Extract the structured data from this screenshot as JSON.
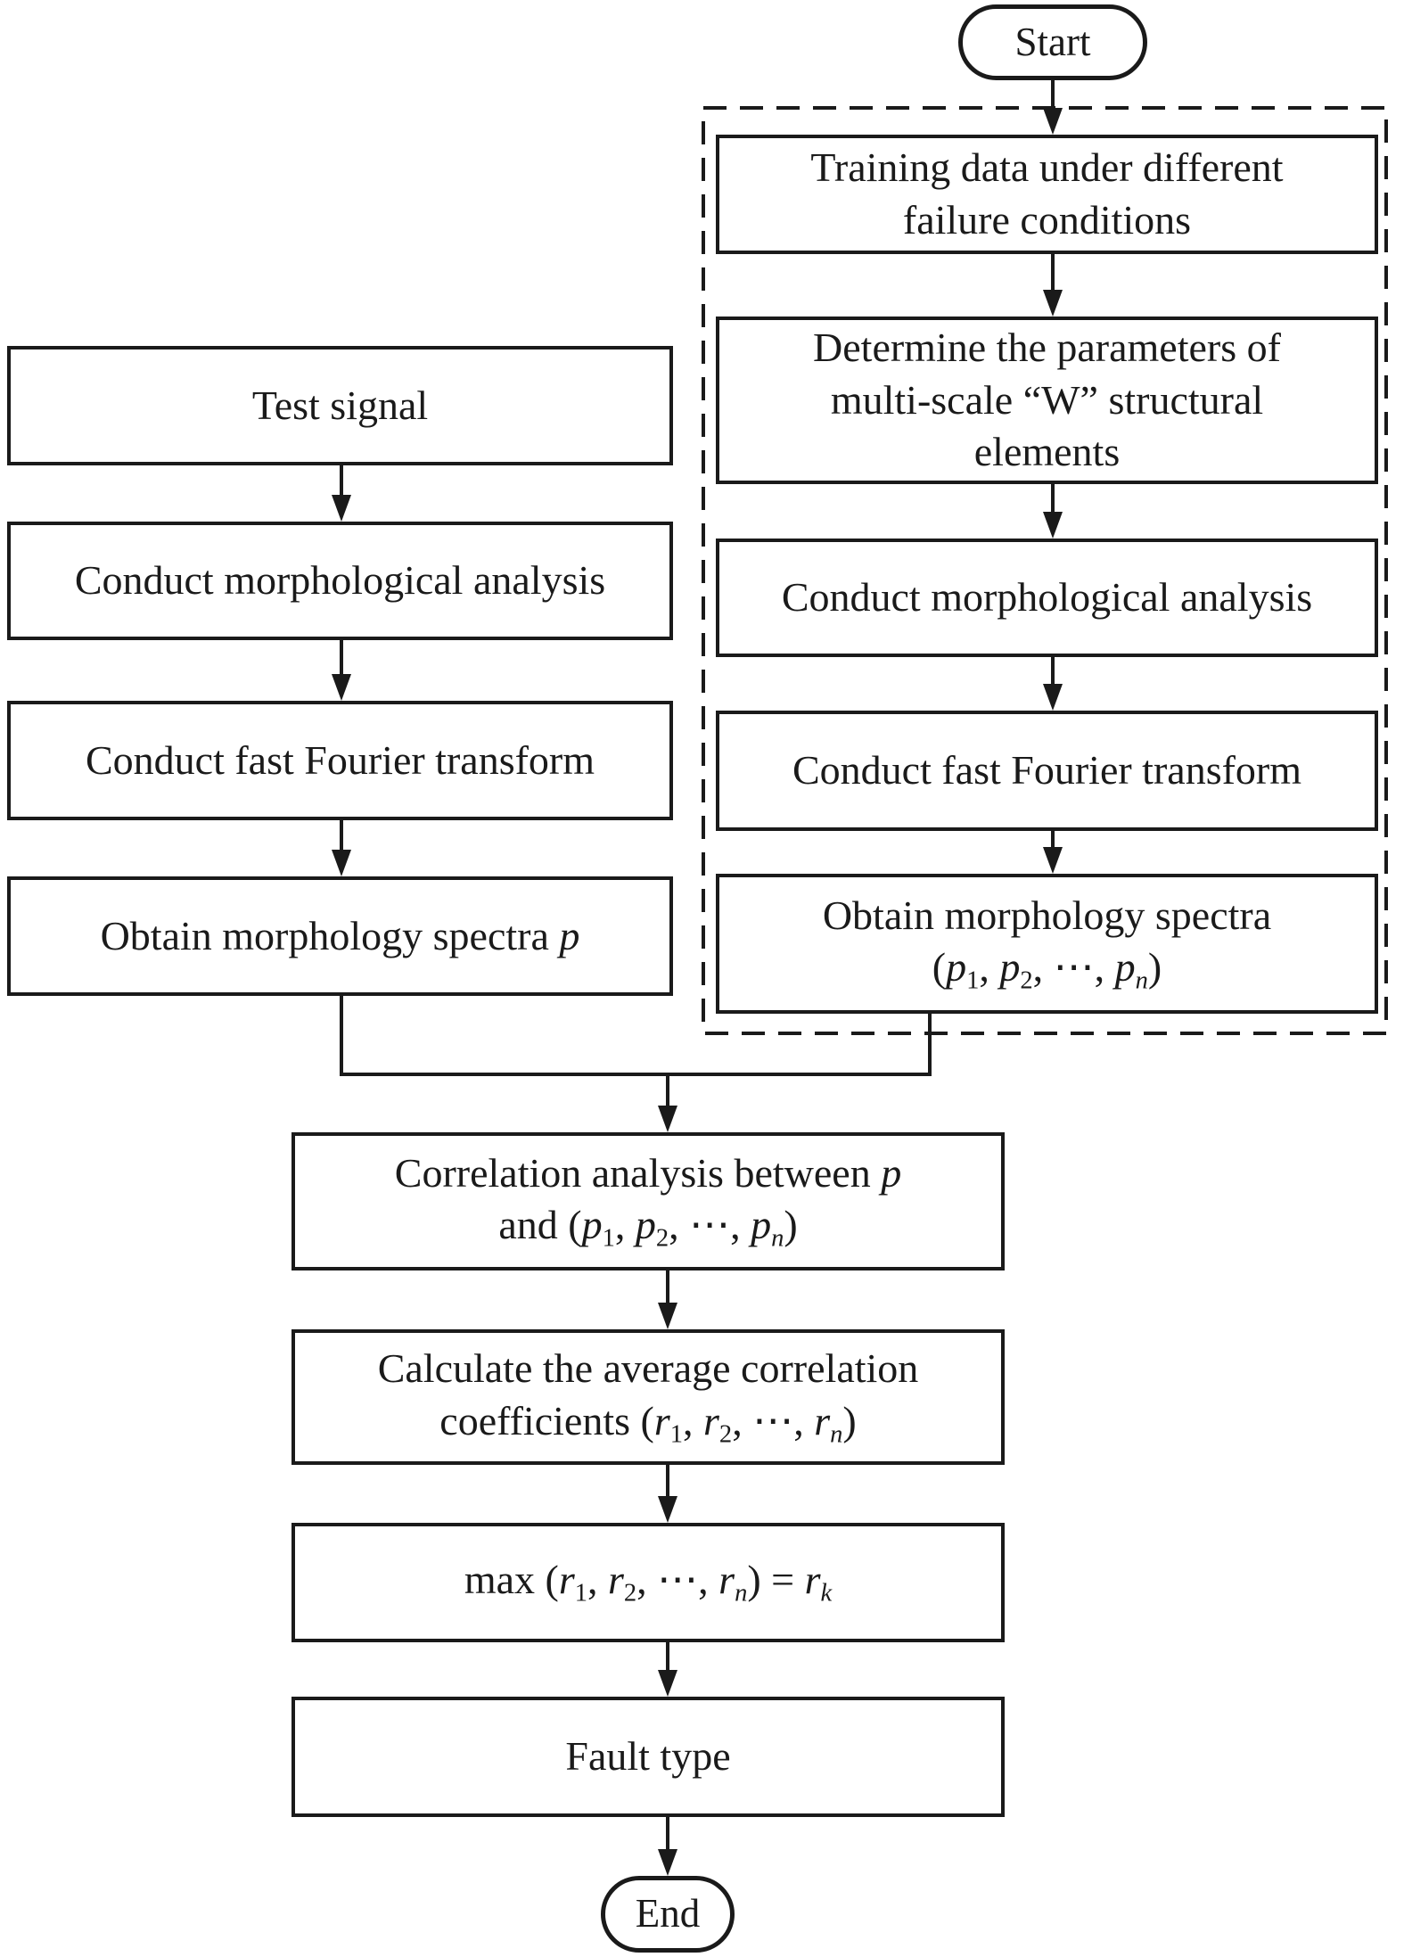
{
  "flowchart": {
    "colors": {
      "line": "#1a1a1a",
      "background": "#ffffff"
    },
    "terminals": {
      "start": "Start",
      "end": "End"
    },
    "test_branch": {
      "test_signal": "Test signal",
      "morphological_analysis": "Conduct morphological analysis",
      "fourier_transform": "Conduct fast Fourier transform",
      "obtain_spectra_lines": [
        [
          {
            "t": "Obtain morphology spectra "
          },
          {
            "t": "p",
            "i": 1
          }
        ]
      ]
    },
    "training_branch": {
      "training_data_lines": [
        [
          {
            "t": "Training data under different"
          }
        ],
        [
          {
            "t": "failure conditions"
          }
        ]
      ],
      "determine_parameters_lines": [
        [
          {
            "t": "Determine the parameters of"
          }
        ],
        [
          {
            "t": "multi-scale “W” structural"
          }
        ],
        [
          {
            "t": "elements"
          }
        ]
      ],
      "morphological_analysis": "Conduct morphological analysis",
      "fourier_transform": "Conduct fast Fourier transform",
      "obtain_spectra_lines": [
        [
          {
            "t": "Obtain morphology spectra"
          }
        ],
        [
          {
            "t": "("
          },
          {
            "t": "p",
            "i": 1
          },
          {
            "t": "1",
            "s": 1
          },
          {
            "t": ", "
          },
          {
            "t": "p",
            "i": 1
          },
          {
            "t": "2",
            "s": 1
          },
          {
            "t": ", ⋯, "
          },
          {
            "t": "p",
            "i": 1
          },
          {
            "t": "n",
            "i": 1,
            "s": 1
          },
          {
            "t": ")"
          }
        ]
      ]
    },
    "merged_steps": {
      "correlation_lines": [
        [
          {
            "t": "Correlation analysis between "
          },
          {
            "t": "p",
            "i": 1
          }
        ],
        [
          {
            "t": "and ("
          },
          {
            "t": "p",
            "i": 1
          },
          {
            "t": "1",
            "s": 1
          },
          {
            "t": ", "
          },
          {
            "t": "p",
            "i": 1
          },
          {
            "t": "2",
            "s": 1
          },
          {
            "t": ", ⋯, "
          },
          {
            "t": "p",
            "i": 1
          },
          {
            "t": "n",
            "i": 1,
            "s": 1
          },
          {
            "t": ")"
          }
        ]
      ],
      "calculate_lines": [
        [
          {
            "t": "Calculate the average correlation"
          }
        ],
        [
          {
            "t": "coefficients ("
          },
          {
            "t": "r",
            "i": 1
          },
          {
            "t": "1",
            "s": 1
          },
          {
            "t": ", "
          },
          {
            "t": "r",
            "i": 1
          },
          {
            "t": "2",
            "s": 1
          },
          {
            "t": ", ⋯, "
          },
          {
            "t": "r",
            "i": 1
          },
          {
            "t": "n",
            "i": 1,
            "s": 1
          },
          {
            "t": ")"
          }
        ]
      ],
      "max_lines": [
        [
          {
            "t": "max ("
          },
          {
            "t": "r",
            "i": 1
          },
          {
            "t": "1",
            "s": 1
          },
          {
            "t": ", "
          },
          {
            "t": "r",
            "i": 1
          },
          {
            "t": "2",
            "s": 1
          },
          {
            "t": ", ⋯, "
          },
          {
            "t": "r",
            "i": 1
          },
          {
            "t": "n",
            "i": 1,
            "s": 1
          },
          {
            "t": ") = "
          },
          {
            "t": "r",
            "i": 1
          },
          {
            "t": "k",
            "i": 1,
            "s": 1
          }
        ]
      ],
      "fault_type": "Fault type"
    }
  }
}
